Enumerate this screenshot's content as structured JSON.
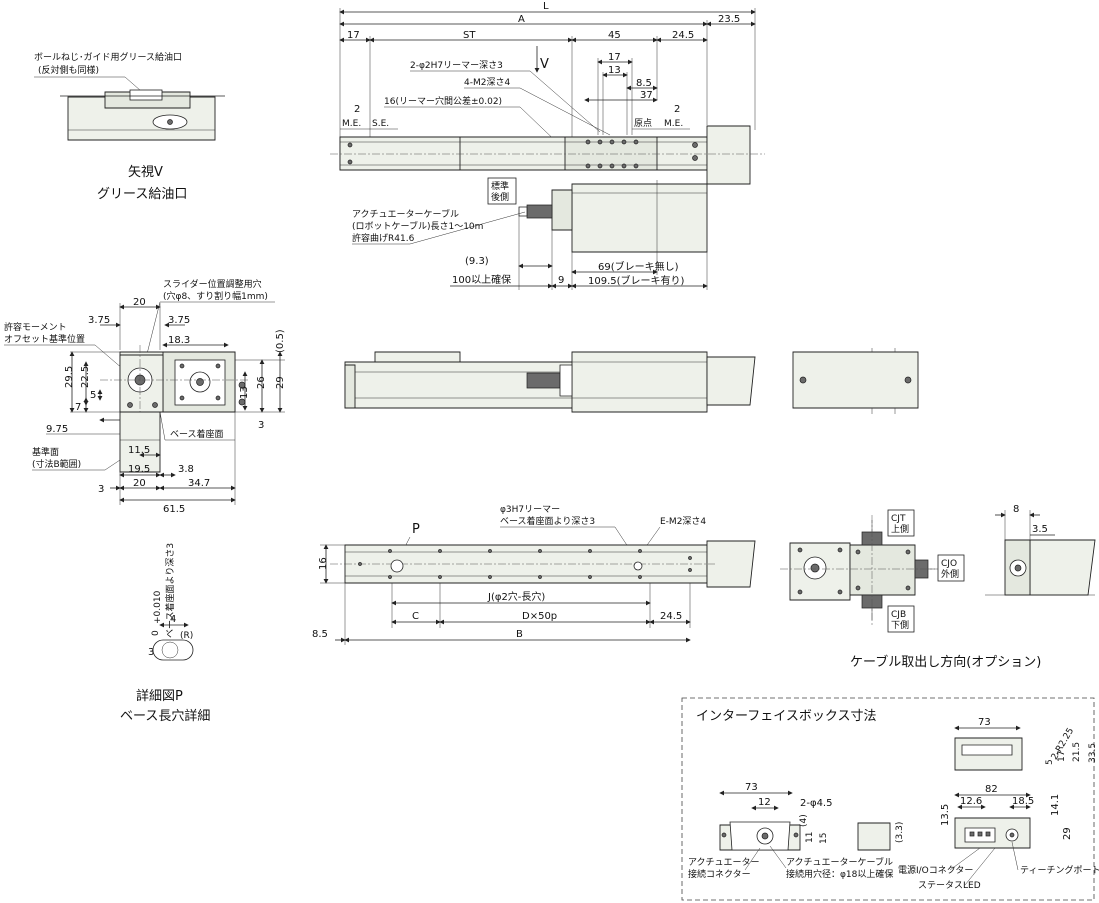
{
  "labels": {
    "grease_port_note": "ボールねじ･ガイド用グリース給油口",
    "grease_port_note2": "(反対側も同様)",
    "view_v_title": "矢視V",
    "view_v_sub": "グリース給油口",
    "view_v_arrow": "V",
    "dim_L": "L",
    "dim_A": "A",
    "dim_23_5": "23.5",
    "dim_17": "17",
    "dim_ST": "ST",
    "dim_45": "45",
    "dim_24_5": "24.5",
    "dim_17b": "17",
    "dim_13": "13",
    "dim_8_5": "8.5",
    "dim_37": "37",
    "dim_2a": "2",
    "dim_2b": "2",
    "reamer_2": "2-φ2H7リーマー深さ3",
    "tap_4m2": "4-M2深さ4",
    "reamer_pitch": "16(リーマー穴間公差±0.02)",
    "me_left": "M.E.",
    "se": "S.E.",
    "origin": "原点",
    "me_right": "M.E.",
    "std_rear": "標準",
    "std_rear2": "後側",
    "cable_note1": "アクチュエーターケーブル",
    "cable_note2": "(ロボットケーブル)長さ1～10m",
    "cable_note3": "許容曲げR41.6",
    "dim_9_3": "(9.3)",
    "dim_100": "100以上確保",
    "dim_9": "9",
    "dim_69": "69(ブレーキ無し)",
    "dim_109_5": "109.5(ブレーキ有り)",
    "slider_hole": "スライダー位置調整用穴",
    "slider_hole2": "(穴φ8、すり割り幅1mm)",
    "moment_ref": "許容モーメント",
    "moment_ref2": "オフセット基準位置",
    "dim_20a": "20",
    "dim_3_75a": "3.75",
    "dim_3_75b": "3.75",
    "dim_18_3": "18.3",
    "dim_0_5": "(0.5)",
    "dim_29_5": "29.5",
    "dim_22_5": "22.5",
    "dim_7": "7",
    "dim_5": "5",
    "dim_13b": "13",
    "dim_26": "26",
    "dim_29": "29",
    "dim_9_75": "9.75",
    "base_face": "ベース着座面",
    "dim_3a": "3",
    "ref_face": "基準面",
    "ref_face2": "(寸法B範囲)",
    "dim_11_5": "11.5",
    "dim_19_5": "19.5",
    "dim_3_8": "3.8",
    "dim_3b": "3",
    "dim_20b": "20",
    "dim_34_7": "34.7",
    "dim_61_5": "61.5",
    "detail_tol": "3",
    "detail_tol_sup": "+0.010",
    "detail_tol_sub": "0",
    "detail_vert": "ベース着座面より深さ3",
    "dim_4": "4",
    "dim_R": "(R)",
    "detail_title": "詳細図P",
    "detail_sub": "ベース長穴詳細",
    "P": "P",
    "reamer_3": "φ3H7リーマー",
    "reamer_3b": "ベース着座面より深さ3",
    "tap_em2": "E-M2深さ4",
    "dim_16": "16",
    "dim_J": "J(φ2穴-長穴)",
    "dim_C": "C",
    "dim_D": "D×50p",
    "dim_24_5b": "24.5",
    "dim_B": "B",
    "dim_8_5b": "8.5",
    "cjt": "CJT",
    "cjt2": "上側",
    "cjo": "CJO",
    "cjo2": "外側",
    "cjb": "CJB",
    "cjb2": "下側",
    "cable_dir": "ケーブル取出し方向(オプション)",
    "dim_8": "8",
    "dim_3_5": "3.5",
    "ibox_title": "インターフェイスボックス寸法",
    "ib_73a": "73",
    "ib_2r": "2-R2.25",
    "ib_5": "5",
    "ib_17": "17",
    "ib_21_5": "21.5",
    "ib_33_5": "33.5",
    "ib_82": "82",
    "ib_13_5": "13.5",
    "ib_12_6": "12.6",
    "ib_18_5": "18.5",
    "ib_14_1": "14.1",
    "ib_29": "29",
    "ib_73b": "73",
    "ib_12": "12",
    "ib_2phi": "2-φ4.5",
    "ib_4": "(4)",
    "ib_11": "11",
    "ib_15": "15",
    "ib_3_3": "(3.3)",
    "act_conn": "アクチュエーター",
    "act_conn2": "接続コネクター",
    "act_cable": "アクチュエーターケーブル",
    "act_cable2": "接続用穴径：φ18以上確保",
    "power_io": "電源I/Oコネクター",
    "status_led": "ステータスLED",
    "teach_port": "ティーチングポート"
  }
}
